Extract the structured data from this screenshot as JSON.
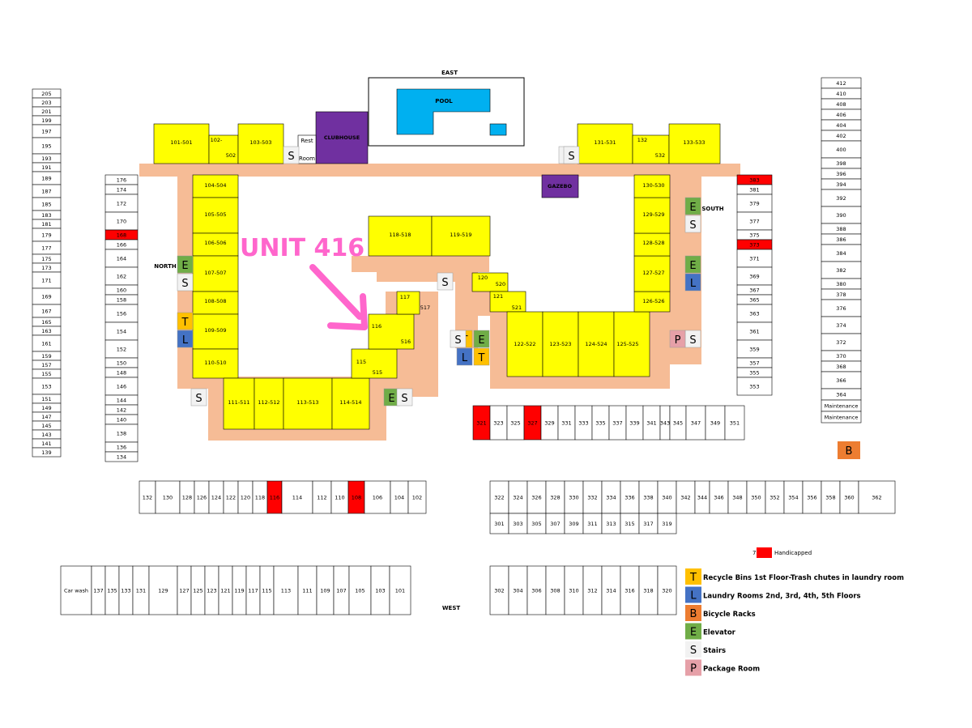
{
  "colors": {
    "building": "#FFFF00",
    "walkway": "#F6BC96",
    "handicapped": "#FF0000",
    "clubhouse": "#7030A0",
    "pool": "#00B0F0",
    "arrow": "#FF66CC",
    "trash": "#FFC000",
    "laundry": "#4472C4",
    "bike": "#ED7D31",
    "elevator": "#70AD47",
    "stairs": "#F2F2F2",
    "package": "#E6A0A8"
  },
  "labels": {
    "east": "EAST",
    "west": "WEST",
    "north": "NORTH",
    "south": "SOUTH",
    "pool": "POOL",
    "clubhouse": "CLUBHOUSE",
    "gazebo": "GAZEBO",
    "rest1": "Rest",
    "rest2": "Room",
    "unit": "UNIT 416",
    "bike_letter": "B"
  },
  "legend": {
    "hc_num": "7",
    "hc_text": "Handicapped",
    "items": [
      {
        "letter": "T",
        "text": "Recycle Bins 1st Floor-Trash chutes in laundry room",
        "color": "#FFC000"
      },
      {
        "letter": "L",
        "text": "Laundry Rooms 2nd, 3rd, 4th, 5th Floors",
        "color": "#4472C4"
      },
      {
        "letter": "B",
        "text": "Bicycle Racks",
        "color": "#ED7D31"
      },
      {
        "letter": "E",
        "text": "Elevator",
        "color": "#70AD47"
      },
      {
        "letter": "S",
        "text": "Stairs",
        "color": "#F2F2F2"
      },
      {
        "letter": "P",
        "text": "Package Room",
        "color": "#E6A0A8"
      }
    ]
  },
  "units": [
    {
      "t": "101-501",
      "l": "1",
      "ly": "0"
    },
    {
      "t": "102-",
      "l": "0",
      "ly": "0"
    },
    {
      "t": "502",
      "l": "0",
      "ly": "0"
    },
    {
      "t": "103-503",
      "l": "0",
      "ly": "0"
    },
    {
      "t": "104-504"
    },
    {
      "t": "105-505"
    },
    {
      "t": "106-506"
    },
    {
      "t": "107-507"
    },
    {
      "t": "108-508"
    },
    {
      "t": "109-509"
    },
    {
      "t": "110-510"
    },
    {
      "t": "111-511"
    },
    {
      "t": "112-512"
    },
    {
      "t": "113-513"
    },
    {
      "t": "114-514"
    },
    {
      "t": "115"
    },
    {
      "t": "515"
    },
    {
      "t": "116"
    },
    {
      "t": "516"
    },
    {
      "t": "117"
    },
    {
      "t": "517"
    },
    {
      "t": "118-518"
    },
    {
      "t": "119-519"
    },
    {
      "t": "120"
    },
    {
      "t": "520"
    },
    {
      "t": "121"
    },
    {
      "t": "521"
    },
    {
      "t": "122-522"
    },
    {
      "t": "123-523"
    },
    {
      "t": "124-524"
    },
    {
      "t": "125-525"
    },
    {
      "t": "126-526"
    },
    {
      "t": "127-527"
    },
    {
      "t": "128-528"
    },
    {
      "t": "129-529"
    },
    {
      "t": "130-530"
    },
    {
      "t": "131-531"
    },
    {
      "t": "132"
    },
    {
      "t": "532"
    },
    {
      "t": "133-533"
    }
  ],
  "markers": [
    "S",
    "S",
    "E",
    "S",
    "T",
    "L",
    "S",
    "E",
    "S",
    "S",
    "E",
    "S",
    "E",
    "L",
    "T",
    "T",
    "L",
    "E",
    "S",
    "P",
    "S",
    "S"
  ],
  "col_far_left": [
    "205",
    "203",
    "201",
    "199",
    "197",
    "195",
    "193",
    "191",
    "189",
    "187",
    "185",
    "183",
    "181",
    "179",
    "177",
    "175",
    "173",
    "171",
    "169",
    "167",
    "165",
    "163",
    "161",
    "159",
    "157",
    "155",
    "153",
    "151",
    "149",
    "147",
    "145",
    "143",
    "141",
    "139"
  ],
  "col_left": [
    "176",
    "174",
    "172",
    "170",
    "168",
    "166",
    "164",
    "162",
    "160",
    "158",
    "156",
    "154",
    "152",
    "150",
    "148",
    "146",
    "144",
    "142",
    "140",
    "138",
    "136",
    "134"
  ],
  "col_right": [
    "383",
    "381",
    "379",
    "377",
    "375",
    "373",
    "371",
    "369",
    "367",
    "365",
    "363",
    "361",
    "359",
    "357",
    "355",
    "353"
  ],
  "col_far_right": [
    "412",
    "410",
    "408",
    "406",
    "404",
    "402",
    "400",
    "398",
    "396",
    "394",
    "392",
    "390",
    "388",
    "386",
    "384",
    "382",
    "380",
    "378",
    "376",
    "374",
    "372",
    "370",
    "368",
    "366",
    "364",
    "Maintenance",
    "Maintenance"
  ],
  "row_mid_left": [
    "132",
    "130",
    "128",
    "126",
    "124",
    "122",
    "120",
    "118",
    "116",
    "114",
    "112",
    "110",
    "108",
    "106",
    "104",
    "102"
  ],
  "row_mid_right": [
    "321",
    "323",
    "325",
    "327",
    "329",
    "331",
    "333",
    "335",
    "337",
    "339",
    "341",
    "343",
    "345",
    "347",
    "349",
    "351"
  ],
  "row_lower_right_top": [
    "322",
    "324",
    "326",
    "328",
    "330",
    "332",
    "334",
    "336",
    "338",
    "340",
    "342",
    "344",
    "346",
    "348",
    "350",
    "352",
    "354",
    "356",
    "358",
    "360",
    "362"
  ],
  "row_lower_right_bot": [
    "301",
    "303",
    "305",
    "307",
    "309",
    "311",
    "313",
    "315",
    "317",
    "319"
  ],
  "row_bottom_left": [
    "Car wash",
    "137",
    "135",
    "133",
    "131",
    "129",
    "127",
    "125",
    "123",
    "121",
    "119",
    "117",
    "115",
    "113",
    "111",
    "109",
    "107",
    "105",
    "103",
    "101"
  ],
  "row_bottom_right": [
    "302",
    "304",
    "306",
    "308",
    "310",
    "312",
    "314",
    "316",
    "318",
    "320"
  ]
}
